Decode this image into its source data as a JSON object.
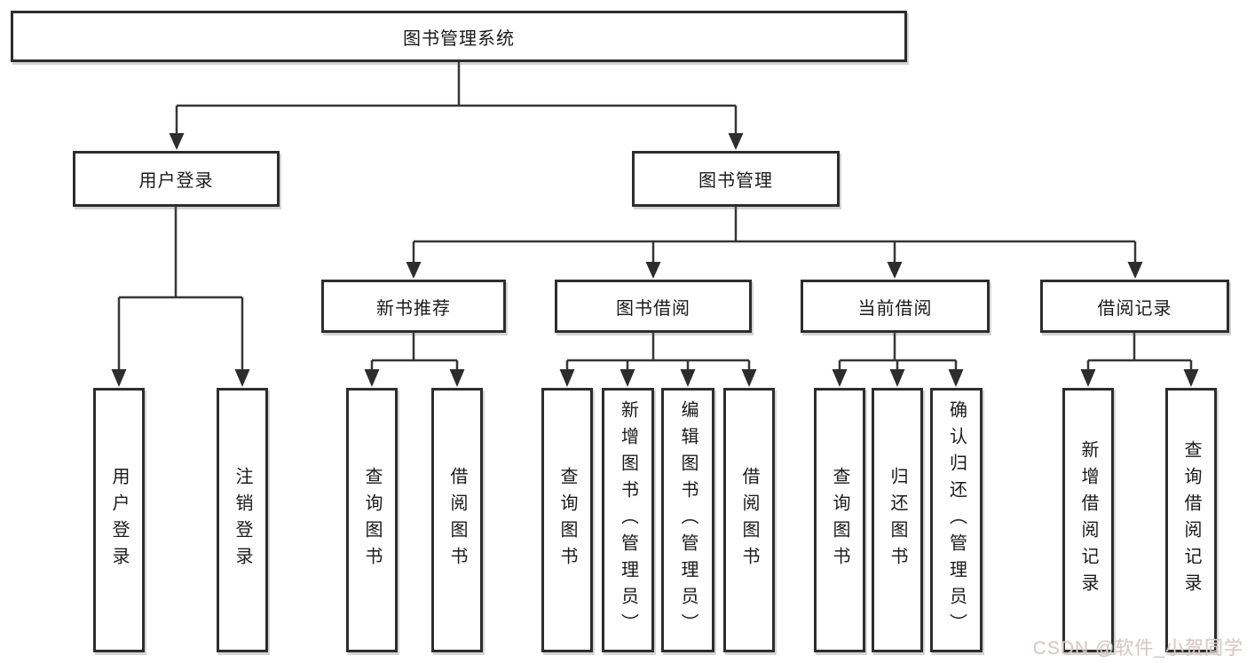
{
  "tree": {
    "root": {
      "label": "图书管理系统"
    },
    "branches": [
      {
        "label": "用户登录",
        "leaves": [
          {
            "label": "用户登录"
          },
          {
            "label": "注销登录"
          }
        ]
      },
      {
        "label": "图书管理",
        "groups": [
          {
            "label": "新书推荐",
            "leaves": [
              {
                "label": "查询图书"
              },
              {
                "label": "借阅图书"
              }
            ]
          },
          {
            "label": "图书借阅",
            "leaves": [
              {
                "label": "查询图书"
              },
              {
                "label": "新增图书（管理员）"
              },
              {
                "label": "编辑图书（管理员）"
              },
              {
                "label": "借阅图书"
              }
            ]
          },
          {
            "label": "当前借阅",
            "leaves": [
              {
                "label": "查询图书"
              },
              {
                "label": "归还图书"
              },
              {
                "label": "确认归还（管理员）"
              }
            ]
          },
          {
            "label": "借阅记录",
            "leaves": [
              {
                "label": "新增借阅记录"
              },
              {
                "label": "查询借阅记录"
              }
            ]
          }
        ]
      }
    ]
  },
  "watermark": "CSDN @软件_小贺同学",
  "colors": {
    "line": "#363636",
    "box_border": "#2d2d2d",
    "text": "#1a1a1a",
    "watermark": "#d5c8c8",
    "background": "#ffffff"
  }
}
